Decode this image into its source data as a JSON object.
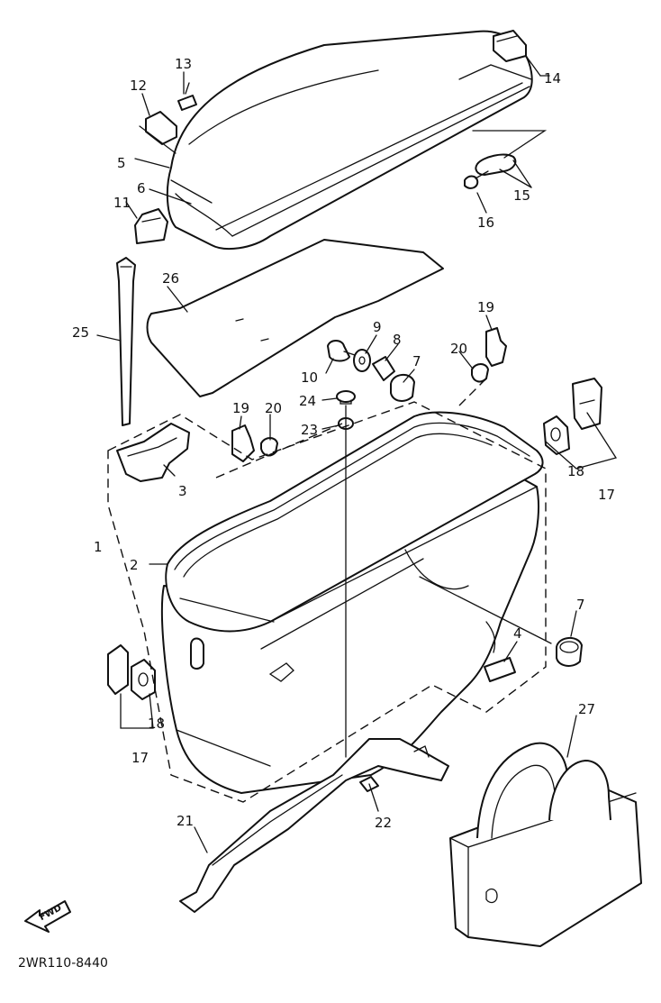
{
  "diagram_code": "2WR110-8440",
  "fwd_label": "FWD",
  "callouts": {
    "c1": "1",
    "c2": "2",
    "c3": "3",
    "c4": "4",
    "c5": "5",
    "c6": "6",
    "c7a": "7",
    "c7b": "7",
    "c8": "8",
    "c9": "9",
    "c10": "10",
    "c11": "11",
    "c12": "12",
    "c13": "13",
    "c14": "14",
    "c15": "15",
    "c16": "16",
    "c17a": "17",
    "c17b": "17",
    "c18a": "18",
    "c18b": "18",
    "c19a": "19",
    "c19b": "19",
    "c20a": "20",
    "c20b": "20",
    "c21": "21",
    "c22": "22",
    "c23": "23",
    "c24": "24",
    "c25": "25",
    "c26": "26",
    "c27": "27"
  }
}
